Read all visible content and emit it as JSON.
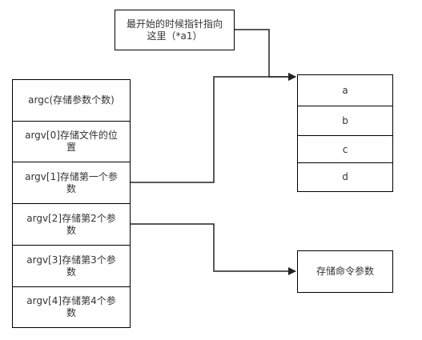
{
  "note": {
    "line1": "最开始的时候指针指向",
    "line2": "这里（*a1）"
  },
  "argv_stack": {
    "rows": [
      {
        "line1": "argc(存储参数个数)",
        "line2": ""
      },
      {
        "line1": "argv[0]存储文件的位",
        "line2": "置"
      },
      {
        "line1": "argv[1]存储第一个参",
        "line2": "数"
      },
      {
        "line1": "argv[2]存储第2个参",
        "line2": "数"
      },
      {
        "line1": "argv[3]存储第3个参",
        "line2": "数"
      },
      {
        "line1": "argv[4]存储第4个参",
        "line2": "数"
      }
    ]
  },
  "string_block": {
    "cells": [
      "a",
      "b",
      "c",
      "d"
    ]
  },
  "params_box": {
    "label": "存储命令参数"
  },
  "colors": {
    "border": "#000000",
    "arrow": "#222222",
    "text": "#333333",
    "background": "#ffffff"
  }
}
